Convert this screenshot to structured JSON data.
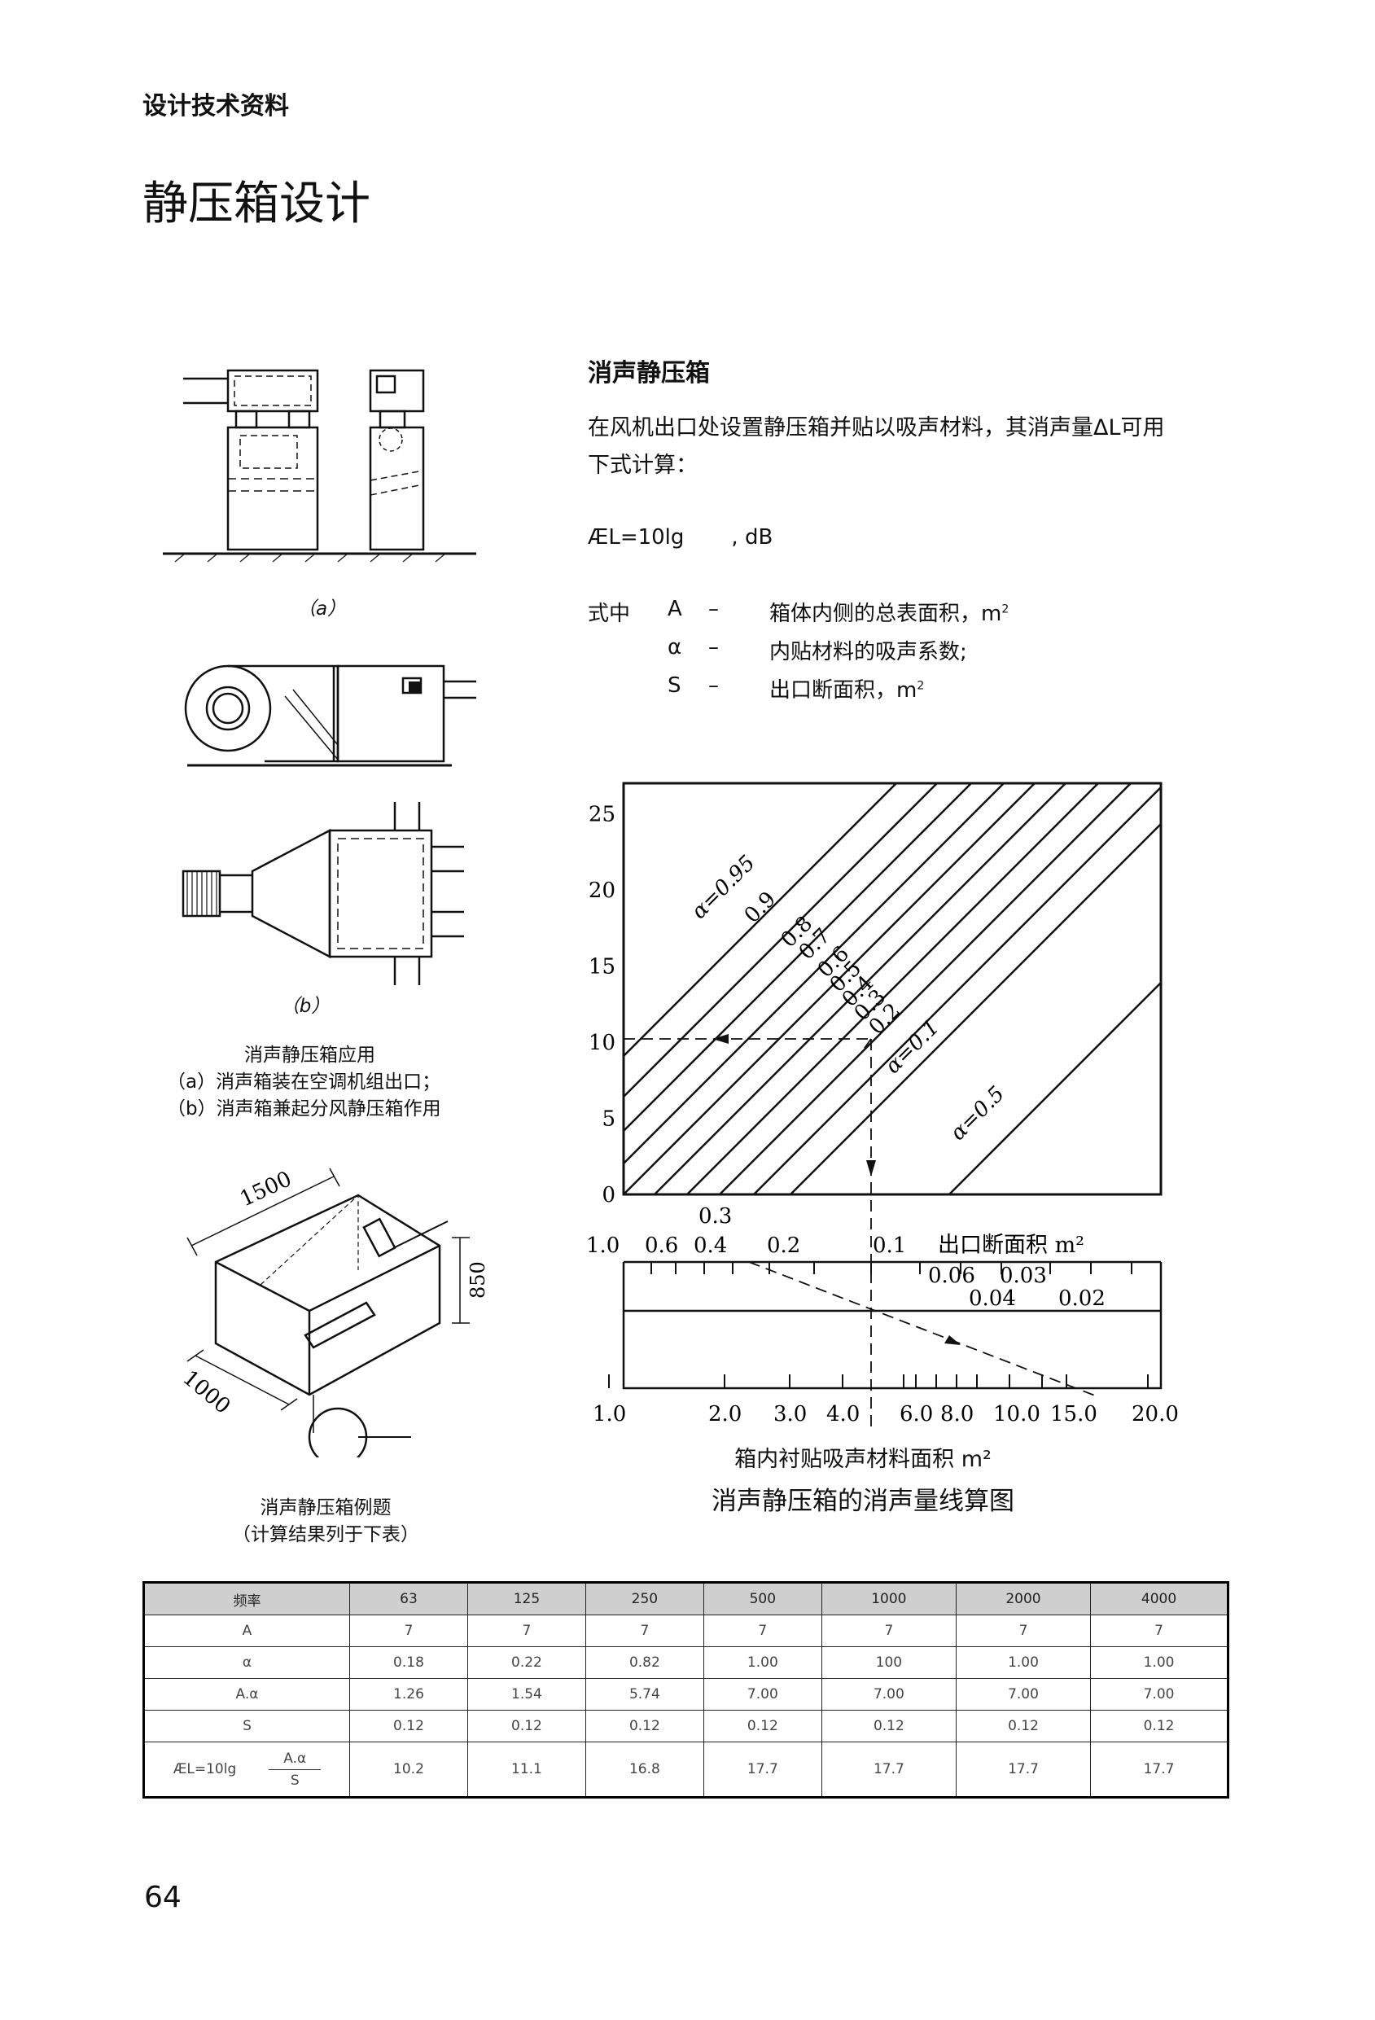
{
  "header": {
    "section": "设计技术资料",
    "title": "静压箱设计"
  },
  "text": {
    "subtitle": "消声静压箱",
    "para1": "在风机出口处设置静压箱并贴以吸声材料，其消声量ΔL可用",
    "para2": "下式计算：",
    "formula": "ÆL=10lg",
    "formula_unit": ", dB",
    "where_label": "式中",
    "defs": [
      {
        "sym": "A",
        "dash": "–",
        "desc": "箱体内侧的总表面积，m",
        "sup": "2"
      },
      {
        "sym": "α",
        "dash": "–",
        "desc": "内贴材料的吸声系数;",
        "sup": ""
      },
      {
        "sym": "S",
        "dash": "–",
        "desc": "出口断面积，m",
        "sup": "2"
      }
    ]
  },
  "figures": {
    "label_a": "（a）",
    "label_b": "（b）",
    "app_caption": [
      "消声静压箱应用",
      "（a）消声箱装在空调机组出口；",
      "（b）消声箱兼起分风静压箱作用"
    ],
    "example_caption": [
      "消声静压箱例题",
      "（计算结果列于下表）"
    ],
    "dims": {
      "length": "1500",
      "height": "850",
      "width": "1000"
    }
  },
  "chart_data": {
    "type": "line",
    "title": "消声静压箱的消声量线算图",
    "ylabel": "",
    "ylim": [
      0,
      27
    ],
    "yticks": [
      "0",
      "5",
      "10",
      "15",
      "20",
      "25"
    ],
    "top_scale_label": "出口断面积 m²",
    "top_scale_ticks": [
      "1.0",
      "0.6",
      "0.4",
      "0.3",
      "0.2",
      "0.1",
      "0.06",
      "0.03",
      "0.04",
      "0.02"
    ],
    "bottom_scale_label": "箱内衬贴吸声材料面积 m²",
    "bottom_scale_ticks": [
      "1.0",
      "2.0",
      "3.0",
      "4.0",
      "6.0",
      "8.0",
      "10.0",
      "15.0",
      "20.0"
    ],
    "series": [
      {
        "name": "α=0.95",
        "value": 0.95
      },
      {
        "name": "0.9",
        "value": 0.9
      },
      {
        "name": "0.8",
        "value": 0.8
      },
      {
        "name": "0.7",
        "value": 0.7
      },
      {
        "name": "0.6",
        "value": 0.6
      },
      {
        "name": "0.5",
        "value": 0.5
      },
      {
        "name": "0.4",
        "value": 0.4
      },
      {
        "name": "0.3",
        "value": 0.3
      },
      {
        "name": "0.2",
        "value": 0.2
      },
      {
        "name": "α=0.1",
        "value": 0.1
      },
      {
        "name": "α=0.5",
        "value": 0.5
      }
    ]
  },
  "table": {
    "header": [
      "频率",
      "63",
      "125",
      "250",
      "500",
      "1000",
      "2000",
      "4000"
    ],
    "rows": [
      [
        "A",
        "7",
        "7",
        "7",
        "7",
        "7",
        "7",
        "7"
      ],
      [
        "α",
        "0.18",
        "0.22",
        "0.82",
        "1.00",
        "100",
        "1.00",
        "1.00"
      ],
      [
        "A.α",
        "1.26",
        "1.54",
        "5.74",
        "7.00",
        "7.00",
        "7.00",
        "7.00"
      ],
      [
        "S",
        "0.12",
        "0.12",
        "0.12",
        "0.12",
        "0.12",
        "0.12",
        "0.12"
      ]
    ],
    "last_row": {
      "prefix": "ÆL=10lg",
      "num": "A.α",
      "den": "S",
      "values": [
        "10.2",
        "11.1",
        "16.8",
        "17.7",
        "17.7",
        "17.7",
        "17.7"
      ]
    }
  },
  "footer": {
    "page": "64"
  }
}
